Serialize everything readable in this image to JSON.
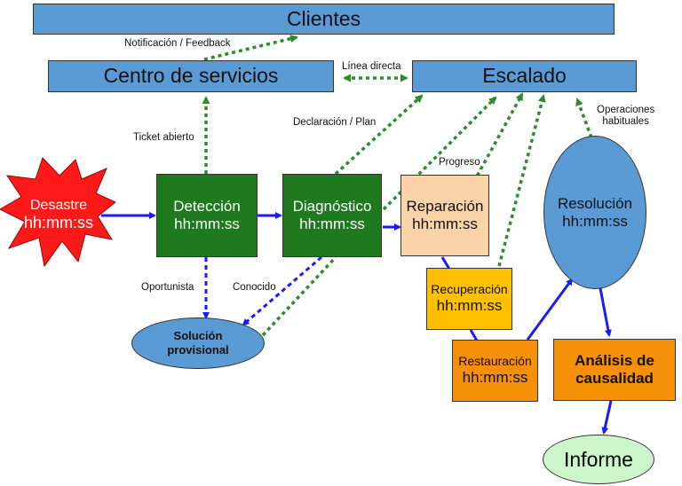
{
  "nodes": {
    "clientes": "Clientes",
    "centro": "Centro de servicios",
    "escalado": "Escalado",
    "desastre": {
      "name": "Desastre",
      "time": "hh:mm:ss"
    },
    "deteccion": {
      "name": "Detección",
      "time": "hh:mm:ss"
    },
    "diagnostico": {
      "name": "Diagnóstico",
      "time": "hh:mm:ss"
    },
    "reparacion": {
      "name": "Reparación",
      "time": "hh:mm:ss"
    },
    "recuperacion": {
      "name": "Recuperación",
      "time": "hh:mm:ss"
    },
    "restauracion": {
      "name": "Restauración",
      "time": "hh:mm:ss"
    },
    "resolucion": {
      "name": "Resolución",
      "time": "hh:mm:ss"
    },
    "solucion": {
      "line1": "Solución",
      "line2": "provisional"
    },
    "analisis": {
      "line1": "Análisis de",
      "line2": "causalidad"
    },
    "informe": "Informe"
  },
  "labels": {
    "notificacion": "Notificación / Feedback",
    "linea_directa": "Línea directa",
    "ticket": "Ticket abierto",
    "declaracion": "Declaración / Plan",
    "progreso": "Progreso",
    "operaciones1": "Operaciones",
    "operaciones2": "habituales",
    "oportunista": "Oportunista",
    "conocido": "Conocido"
  },
  "colors": {
    "blue_box": "#5b9bd5",
    "green_box": "#1f7a1f",
    "peach_box": "#fbd3a8",
    "yellow_box": "#ffc000",
    "orange_box": "#f79009",
    "burst": "#ff1a1a",
    "informe_fill": "#ccf5cc",
    "flow_arrow": "#1a1aff",
    "feedback_arrow": "#2e8b2e"
  }
}
